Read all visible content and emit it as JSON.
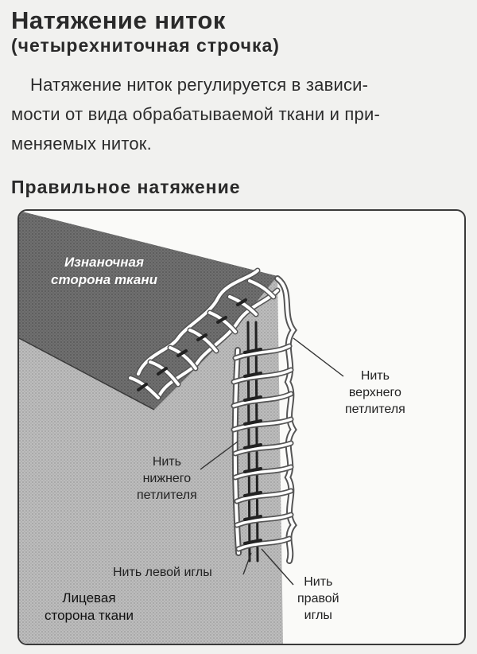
{
  "header": {
    "title": "Натяжение ниток",
    "subtitle": "(четырехниточная строчка)"
  },
  "paragraph": {
    "lines": [
      "Натяжение ниток регулируется в зависи-",
      "мости от вида обрабатываемой ткани и при-",
      "меняемых ниток."
    ]
  },
  "section": {
    "title": "Правильное натяжение"
  },
  "figure": {
    "labels": {
      "wrong_side": [
        "Изнаночная",
        "сторона ткани"
      ],
      "upper_looper": [
        "Нить",
        "верхнего",
        "петлителя"
      ],
      "lower_looper": [
        "Нить",
        "нижнего",
        "петлителя"
      ],
      "left_needle": "Нить левой иглы",
      "right_needle": [
        "Нить",
        "правой",
        "иглы"
      ],
      "right_side": [
        "Лицевая",
        "сторона ткани"
      ]
    }
  }
}
